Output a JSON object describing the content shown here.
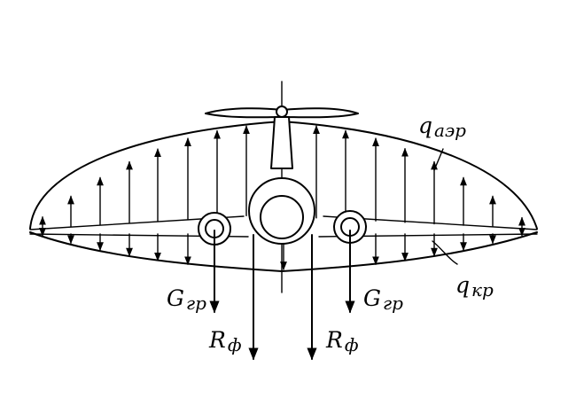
{
  "labels": {
    "q_aero": {
      "main": "q",
      "sub": "аэр"
    },
    "q_wing": {
      "main": "q",
      "sub": "кр"
    },
    "g_left": {
      "main": "G",
      "sub": "гр"
    },
    "g_right": {
      "main": "G",
      "sub": "гр"
    },
    "r_left": {
      "main": "R",
      "sub": "ф"
    },
    "r_right": {
      "main": "R",
      "sub": "ф"
    }
  }
}
